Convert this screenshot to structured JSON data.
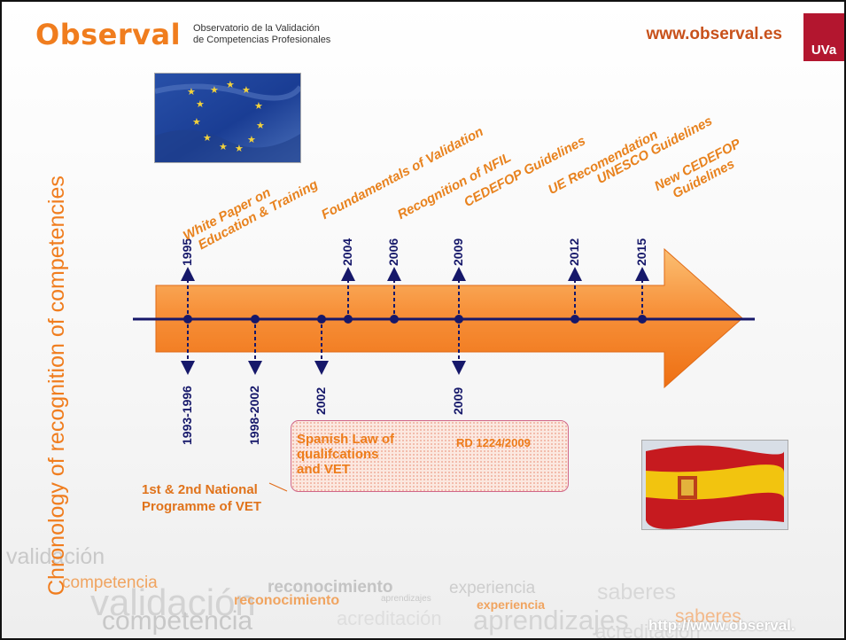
{
  "header": {
    "logo": "Observal",
    "subtitle_line1": "Observatorio de la Validación",
    "subtitle_line2": "de Competencias Profesionales",
    "url": "www.observal.es",
    "badge": "UVa"
  },
  "side_title": "Chronology of recognition of competencies",
  "milestones_above": [
    {
      "year": "1995",
      "lines": [
        "White Paper on",
        "Education & Training"
      ]
    },
    {
      "year": "2004",
      "lines": [
        "Foundamentals of Validation"
      ]
    },
    {
      "year": "2006",
      "lines": [
        "Recognition of NFIL"
      ]
    },
    {
      "year": "2009",
      "lines": [
        "CEDEFOP Guidelines"
      ]
    },
    {
      "year": "2012",
      "lines": [
        "UE Recomendation"
      ]
    },
    {
      "year": "2015",
      "lines": [
        "UNESCO Guidelines",
        "New CEDEFOP",
        "Guidelines"
      ]
    }
  ],
  "milestones_below": [
    {
      "year": "1993-1996"
    },
    {
      "year": "1998-2002"
    },
    {
      "year": "2002"
    },
    {
      "year": "2009"
    }
  ],
  "national_programme": [
    "1st & 2nd National",
    "Programme of VET"
  ],
  "legal": {
    "law_lines": [
      "Spanish Law of",
      "qualifcations",
      "and VET"
    ],
    "rd": "RD 1224/2009"
  },
  "word_cloud": [
    "validación",
    "competencia",
    "validación",
    "reconocimiento",
    "reconocimiento",
    "aprendizajes",
    "experiencia",
    "experiencia",
    "saberes",
    "competencia",
    "acreditación",
    "aprendizajes",
    "saberes",
    "acreditación"
  ],
  "footer_url": "http://www.observal.",
  "colors": {
    "orange": "#f07d1e",
    "navy": "#16186a",
    "uva_red": "#b3162f",
    "arrow_light": "#fbbf73",
    "arrow_dark": "#ee6f12"
  }
}
